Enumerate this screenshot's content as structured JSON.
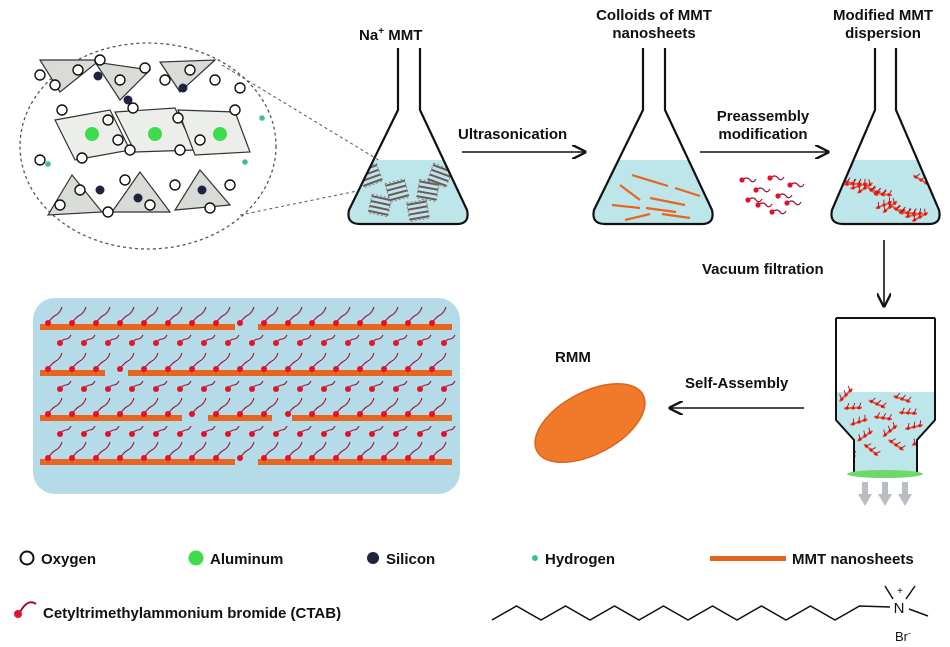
{
  "stages": {
    "na_mmt": "Na",
    "na_mmt_sup": "+",
    "na_mmt_rest": " MMT",
    "colloids_line1": "Colloids of MMT",
    "colloids_line2": "nanosheets",
    "modified_line1": "Modified MMT",
    "modified_line2": "dispersion",
    "rmm": "RMM"
  },
  "steps": {
    "ultrasonication": "Ultrasonication",
    "preassembly_line1": "Preassembly",
    "preassembly_line2": "modification",
    "vacuum_filtration": "Vacuum filtration",
    "self_assembly": "Self-Assembly"
  },
  "legend": {
    "oxygen": "Oxygen",
    "aluminum": "Aluminum",
    "silicon": "Silicon",
    "hydrogen": "Hydrogen",
    "mmt_nanosheets": "MMT nanosheets",
    "ctab": "Cetyltrimethylammonium  bromide (CTAB)"
  },
  "structure": {
    "nitrogen": "N",
    "charge": "+",
    "counter_ion": "Br"
  },
  "colors": {
    "liquid": "#bde6ea",
    "nanosheet": "#e8651f",
    "ctab_head": "#e3122b",
    "ctab_tail": "#9b1030",
    "aluminum": "#3ddc4e",
    "silicon": "#1f2340",
    "hydrogen": "#3ec28a",
    "film_bg": "#b5dbe8",
    "arrow_gray": "#b9bec4"
  }
}
